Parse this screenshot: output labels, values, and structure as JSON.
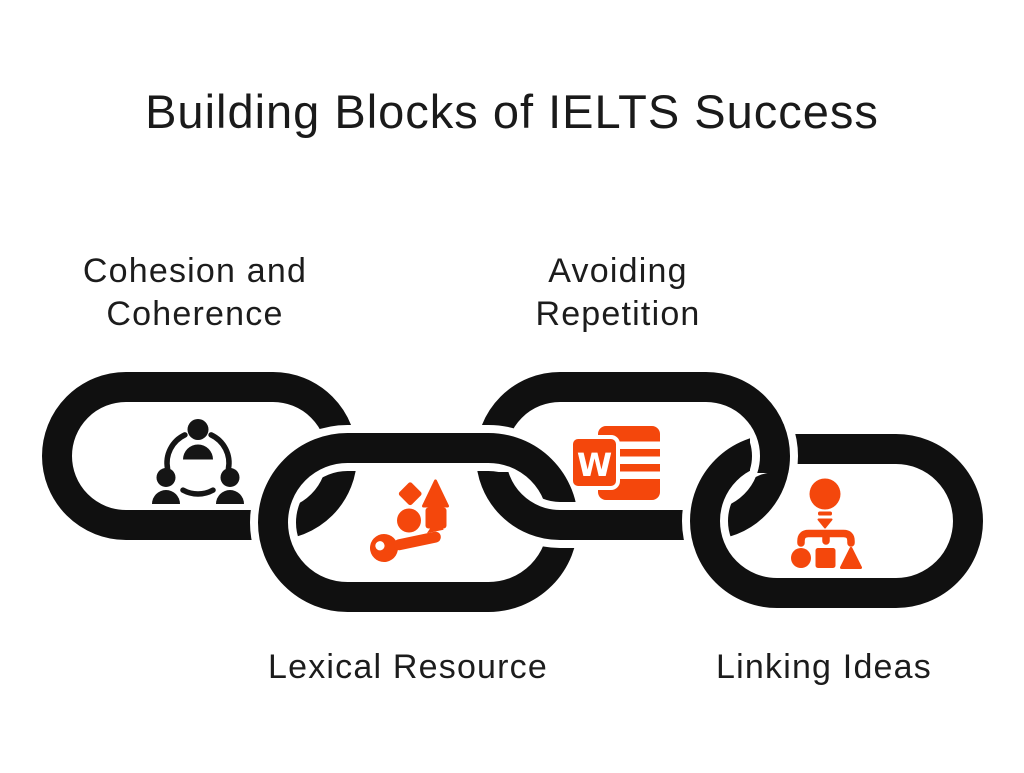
{
  "title": {
    "text": "Building Blocks of IELTS Success"
  },
  "blocks": [
    {
      "id": "cohesion-and-coherence",
      "label": "Cohesion and\nCoherence",
      "icon": "team-network-icon",
      "icon_color": "#151515",
      "label_position": "above-link"
    },
    {
      "id": "lexical-resource",
      "label": "Lexical Resource",
      "icon": "key-shapes-icon",
      "icon_color": "#F4470C",
      "label_position": "below-link"
    },
    {
      "id": "avoiding-repetition",
      "label": "Avoiding\nRepetition",
      "icon": "word-document-icon",
      "icon_color": "#F4470C",
      "label_position": "above-link"
    },
    {
      "id": "linking-ideas",
      "label": "Linking Ideas",
      "icon": "idea-hierarchy-icon",
      "icon_color": "#F4470C",
      "label_position": "below-link"
    }
  ],
  "word_icon": {
    "letter": "W"
  },
  "colors": {
    "background": "#ffffff",
    "chain": "#101010",
    "accent": "#F4470C",
    "text": "#1b1b1b"
  }
}
